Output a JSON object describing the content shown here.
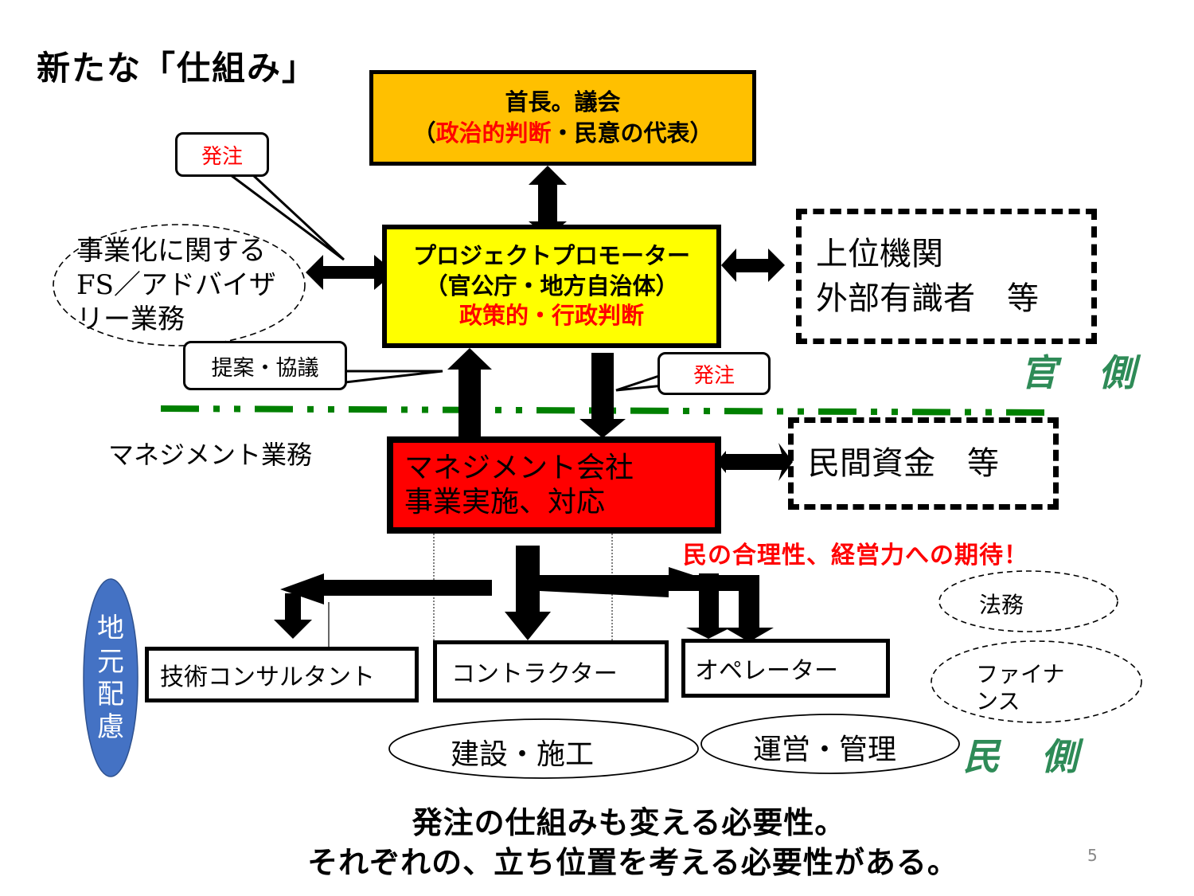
{
  "slide": {
    "title": "新たな「仕組み」",
    "page_number": "5"
  },
  "nodes": {
    "mayor": {
      "line1": "首長。議会",
      "line2_open": "（",
      "line2_red": "政治的判断",
      "line2_black": "・民意の代表）"
    },
    "promoter": {
      "line1": "プロジェクトプロモーター",
      "line2": "（官公庁・地方自治体）",
      "line3": "政策的・行政判断"
    },
    "upper_agency": {
      "line1": "上位機関",
      "line2": "外部有識者　等"
    },
    "fs_advisory": {
      "line1": "事業化に関する",
      "line2": "FS／アドバイザ",
      "line3": "リー業務"
    },
    "management_company": {
      "line1": "マネジメント会社",
      "line2": "事業実施、対応"
    },
    "private_funds": {
      "line1": "民間資金　等"
    },
    "tech_consultant": {
      "label": "技術コンサルタント"
    },
    "contractor": {
      "label": "コントラクター"
    },
    "operator": {
      "label": "オペレーター"
    },
    "legal": {
      "label": "法務"
    },
    "finance": {
      "line1": "ファイナ",
      "line2": "ンス"
    },
    "construction": {
      "label": "建設・施工"
    },
    "operation_management": {
      "label": "運営・管理"
    },
    "local_consideration": {
      "chars": [
        "地",
        "元",
        "配",
        "慮"
      ]
    }
  },
  "callouts": {
    "order_top": "発注",
    "proposal": "提案・協議",
    "order_right": "発注"
  },
  "labels": {
    "management_work": "マネジメント業務",
    "government_side": "官側",
    "private_side": "民側",
    "expectation": "民の合理性、経営力への期待！"
  },
  "conclusion": {
    "line1": "発注の仕組みも変える必要性。",
    "line2": "それぞれの、立ち位置を考える必要性がある。"
  },
  "colors": {
    "mayor_fill": "#ffc000",
    "promoter_fill": "#ffff00",
    "management_fill": "#ff0000",
    "divider_green": "#008000",
    "side_label_green": "#2e8b57",
    "local_oval_blue": "#4472c4",
    "emphasis_red": "#ff0000"
  }
}
